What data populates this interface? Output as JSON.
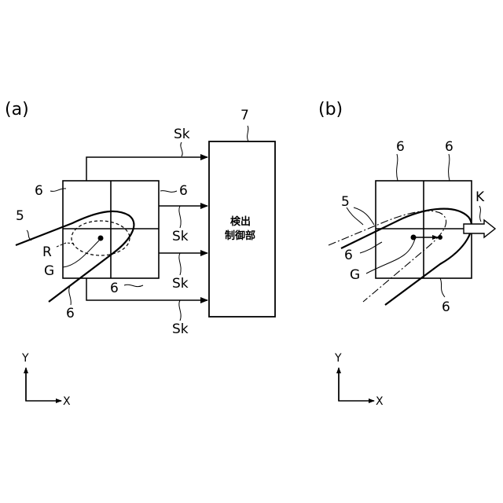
{
  "panel_a": {
    "title": "(a)",
    "controller": {
      "ref": "7",
      "line1": "検出",
      "line2": "制御部"
    },
    "sk": "Sk",
    "sensor": "6",
    "finger": "5",
    "region": "R",
    "centroid": "G",
    "axis_x": "X",
    "axis_y": "Y"
  },
  "panel_b": {
    "title": "(b)",
    "sensor": "6",
    "finger": "5",
    "centroid": "G",
    "direction": "K",
    "axis_x": "X",
    "axis_y": "Y"
  }
}
